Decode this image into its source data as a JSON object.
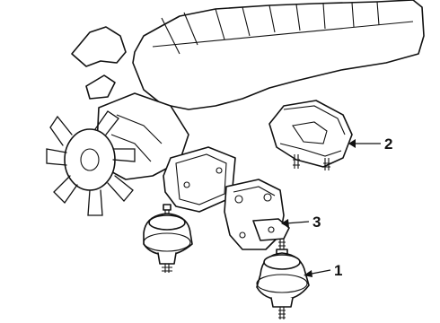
{
  "callouts": [
    {
      "number": "1"
    },
    {
      "number": "2"
    },
    {
      "number": "3"
    }
  ]
}
